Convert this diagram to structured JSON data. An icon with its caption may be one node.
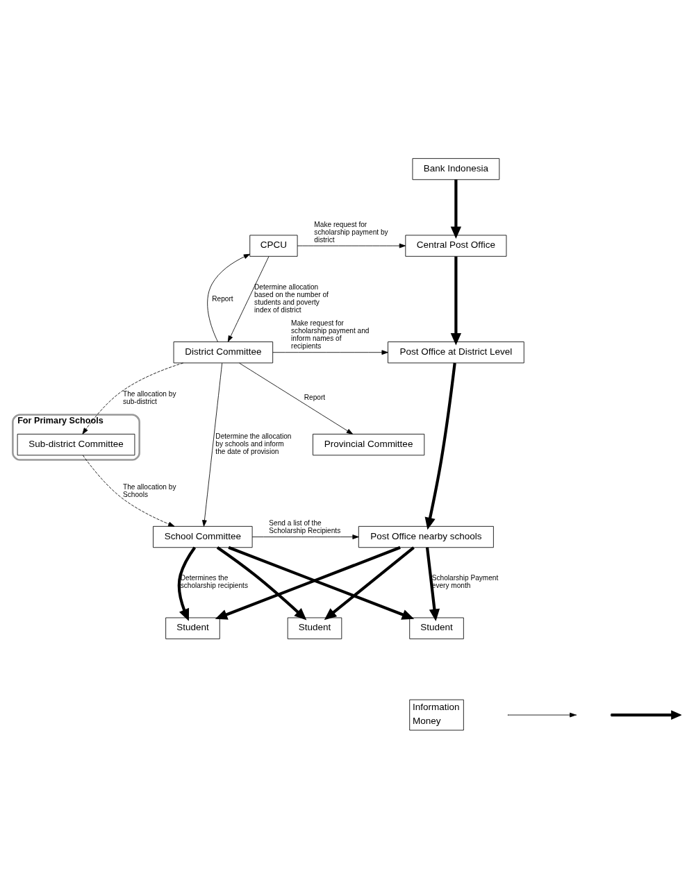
{
  "diagram": {
    "nodes": [
      {
        "text": [
          "Bank Indonesia"
        ]
      },
      {
        "text": [
          "CPCU"
        ]
      },
      {
        "text": [
          "Central Post Office"
        ]
      },
      {
        "text": [
          "Provincial Committee"
        ]
      },
      {
        "text": [
          "District Committee"
        ]
      },
      {
        "text": [
          "Post Office at District Level"
        ]
      },
      {
        "text": [
          "For Primary Schools"
        ]
      },
      {
        "text": [
          "Sub-district Committee"
        ],
        "in": 6
      },
      {
        "text": [
          "Post Office nearby schools"
        ]
      },
      {
        "text": [
          "School Committee"
        ]
      },
      {
        "text": [
          "Student"
        ]
      },
      {
        "text": [
          "Student"
        ]
      },
      {
        "text": [
          "Student"
        ]
      }
    ],
    "edges": [
      {
        "from": 0,
        "to": 2,
        "arrow": "to",
        "style": "thick"
      },
      {
        "from": 1,
        "to": 2,
        "arrow": "to",
        "label": "Make request for scholarship payment by district"
      },
      {
        "from": 1,
        "to": 4,
        "arrow": "to",
        "label": "Determine allocation based on the number of students and poverty index of district"
      },
      {
        "from": 4,
        "to": 1,
        "arrow": "to",
        "label": "Report"
      },
      {
        "from": 4,
        "to": 3,
        "arrow": "to",
        "label": "Report"
      },
      {
        "from": 4,
        "to": 5,
        "arrow": "to",
        "label": "Make request for scholarship payment and inform names of recipients"
      },
      {
        "from": 2,
        "to": 5,
        "arrow": "to",
        "style": "thick"
      },
      {
        "from": 4,
        "to": 7,
        "arrow": "to",
        "style": "dashed",
        "label": "The allocation by sub-district"
      },
      {
        "from": 7,
        "to": 9,
        "arrow": "to",
        "style": "dashed",
        "label": "The allocation by Schools"
      },
      {
        "from": 4,
        "to": 9,
        "arrow": "to",
        "label": "Determine the allocation by schools and inform the date of provision"
      },
      {
        "from": 5,
        "to": 8,
        "arrow": "to",
        "style": "thick"
      },
      {
        "from": 9,
        "to": 8,
        "arrow": "to",
        "label": "Send a list of the Scholarship Recipients"
      },
      {
        "from": 9,
        "to": 10,
        "arrow": "to",
        "style": "thick",
        "label": "Determines the scholarship recipients"
      },
      {
        "from": 9,
        "to": 11,
        "arrow": "to",
        "style": "thick"
      },
      {
        "from": 9,
        "to": 12,
        "arrow": "to",
        "style": "thick"
      },
      {
        "from": 8,
        "to": 10,
        "arrow": "to",
        "style": "thick"
      },
      {
        "from": 8,
        "to": 11,
        "arrow": "to",
        "style": "thick"
      },
      {
        "from": 8,
        "to": 12,
        "arrow": "to",
        "style": "thick",
        "label": "Scholarship Payment every month"
      }
    ],
    "legend": [
      {
        "text": "Information"
      },
      {
        "text": "Money"
      }
    ]
  }
}
